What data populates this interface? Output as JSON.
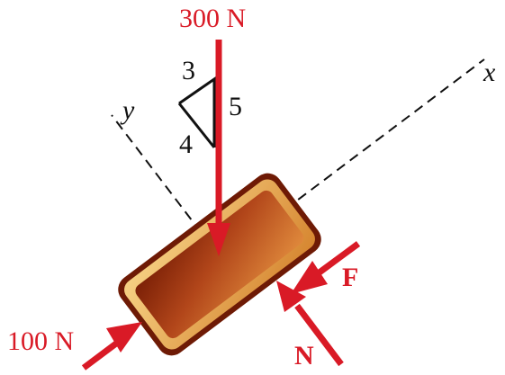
{
  "labels": {
    "top_force": "300 N",
    "left_force": "100 N",
    "friction": "F",
    "normal": "N",
    "axis_x": "x",
    "axis_y": "y",
    "slope_3": "3",
    "slope_4": "4",
    "slope_5": "5"
  },
  "colors": {
    "force_red": "#d91a26",
    "block_dark": "#8a2a0a",
    "block_mid": "#c2551c",
    "block_light": "#f3c469",
    "axis_black": "#111111"
  }
}
